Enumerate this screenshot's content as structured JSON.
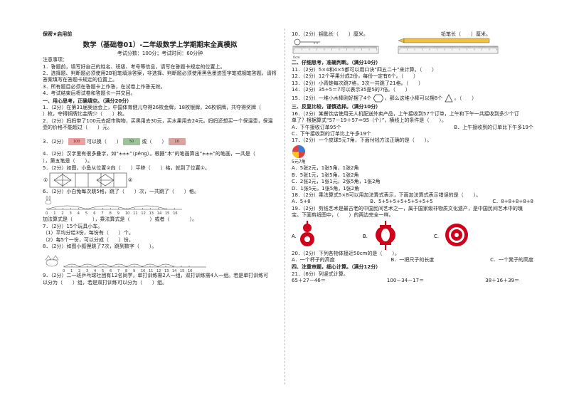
{
  "header": {
    "secret": "保密★启用前",
    "title": "数学（基础卷01）-二年级数学上学期期末全真模拟",
    "meta": "考试分数：100分；考试时间：60分钟"
  },
  "notes": {
    "heading": "注意事项：",
    "items": [
      "1．答题前，填写好自己的姓名、班级、考号等信息，请写在答题卡规定的位置上。",
      "2．选择题、判断题必须使用2B铅笔填涂答案，非选择、判断题必须使用黑色墨迹签字笔或钢笔答题，请将",
      "答案填写在答题卡规定的位置上。",
      "3．所有题目必须在答题卡上作答，在试卷上作答无效。",
      "4．考试结束后将试卷和答题卡一并交回。"
    ]
  },
  "sec1": {
    "heading": "一、用心思考，正确填空。（满分20分）"
  },
  "q1": {
    "lines": [
      "1．（2分）在第31届奥运会上，中国体育健儿夺得26枚金牌，18枚银牌，26枚铜牌，共夺得奖牌（",
      "）枚，夺得铜牌比金牌少（　　）枚。"
    ]
  },
  "q2": {
    "lines": [
      "2．（2分）妈妈带了100元去超市购物，买黑用去30元，买水果用去24元。妈妈还想买一个保温壶，保温",
      "壶的价格不能超过（　　）元。"
    ]
  },
  "q3": {
    "prefix": "3．（2分）",
    "t1": "可以换（　　）",
    "t2": "或（　　）",
    "m1": "100",
    "m2": "50",
    "m3": "10"
  },
  "q4": {
    "lines": [
      "4．（2分）汉字里有很多叠字，如“",
      "”（pěng）。根据“木”的笔画算出“",
      "”的笔画，一共是（",
      "），第五笔是（　　）。"
    ],
    "char": "木木木"
  },
  "q5": {
    "text": "5．（2分）如图，小鱼从位置②向（　　）平移（　　）格，就到了位置①。",
    "p1": "①",
    "p2": "②"
  },
  "q6": {
    "text": "6．（2分）小白兔每次跳5格，跳了（　　）次，一共跳了（　　）格。",
    "ticks": [
      "0",
      "1",
      "2",
      "3",
      "4",
      "5",
      "6",
      "7",
      "8",
      "9",
      "10",
      "11",
      "12",
      "13",
      "14",
      "15",
      "16"
    ],
    "after": "加法算式是（　　　　），乘法算式是（　　　　）或者（　　　　）。"
  },
  "q7": {
    "lines": [
      "7．（2分）15个玩具小车。",
      "（1）平均分给3份，每份有（　　）个。",
      "（2）每5个一份，可以分成（　　）份。"
    ]
  },
  "q8": {
    "text": "8．（2分）如图小狐狸跳了7次，跳到数字（　　）。",
    "ticks": [
      "0",
      "1",
      "2",
      "3",
      "4",
      "5",
      "6",
      "7",
      "8",
      "9",
      "10",
      "11",
      "12",
      "13",
      "14",
      "15",
      "16"
    ]
  },
  "q9": {
    "lines": [
      "9．（2分）二一班乒乓球社团有12名同学，单打训练需2人一组，双打训练需4人一组。若是单打训练可",
      "以分为（　　）组，若是双打训练可以分为（　　）组。"
    ]
  },
  "q10": {
    "text1": "10．（2分）钥匙长（　　）厘米。",
    "text2": "铅笔长（　　）厘米。",
    "ruler_start": "0cm"
  },
  "sec2": {
    "heading": "二、仔细思考，准确判断。（满分10分）"
  },
  "judge": [
    "11．（2分）5×4和4×5都可以用口诀“四五二十”来计算。（　　）",
    "12．（2分）12个苹果分成2份，每份一定有6个。（　　）",
    "13．（2分）小青蛙每次跳7格，3次一共跳了21格。（　　）",
    "14．（2分）35÷5＝7可以表示35是5的7倍。（　　）"
  ],
  "q15": {
    "a": "15．（2分）一堆小木棒刚好摆了4个",
    "b": "，那么这堆小棒可以摆8个",
    "c": "。（　　）"
  },
  "sec3": {
    "heading": "三、反复比较，谨慎选择。（满分10分）"
  },
  "q16": {
    "lines": [
      "16．（2分）某餐饮店使用无人机配送外卖产品，上午接收到57个订单，上午和下午一共接收到多少个订",
      "单了？根据算式“57－19＋57＝95（个）”，横线上的条件是（　　）。"
    ],
    "opts": [
      "A．下午接收订单95个",
      "B．上午接收到的订单比下午多19个",
      "C．下午接收到的订单比上午多19个"
    ]
  },
  "q17": {
    "text": "17．（2分）一个皮球5元7角，下面付钱方法正确的是（　　）。",
    "price": "5元7角",
    "opts": [
      "A．5张2元，1张5角，1张2角",
      "B．5张1元，1张5角，1张2角",
      "C．2张2元，1张1元，2张5角，1张2角",
      "D．1张5元，1张5角，1张2角"
    ]
  },
  "q18": {
    "text": "18．（2分）乘法算式5×8可以用加法算式表示，下面加法算式表示错误的是（　　）。",
    "opts": [
      "A．5+8",
      "B．5+5+5+5+5+5+5+5",
      "C．8+8+8+8+8"
    ]
  },
  "q19": {
    "lines": [
      "19．（2分）剪纸艺术是最古老的中国民间艺术之一，属于国家级非物质文化遗产，是中国民间艺术中的瑰",
      "宝。下面剪纸图中，（　　）的两边完全一样。"
    ],
    "labels": [
      "A.",
      "B.",
      "C."
    ]
  },
  "q20": {
    "text": "20．（2分）下列各物体接近50cm的是（　　）。",
    "opts": [
      "A．一个杯子的高度",
      "B．一把尺子的长度",
      "C．一个凳子的高度"
    ]
  },
  "sec4": {
    "heading": "四、注重审题，细心计算。（满分12分）"
  },
  "q21": {
    "text": "21．（6分）列竖式计算。",
    "exprs": [
      "65＋27－46＝",
      "100－34－17＝",
      "38＋16＋39＝"
    ]
  },
  "colors": {
    "red": "#d0021b",
    "green": "#6f9a6a",
    "note100": "#e8a0a0",
    "note50": "#9fc29a",
    "note10": "#d9a3a0"
  }
}
